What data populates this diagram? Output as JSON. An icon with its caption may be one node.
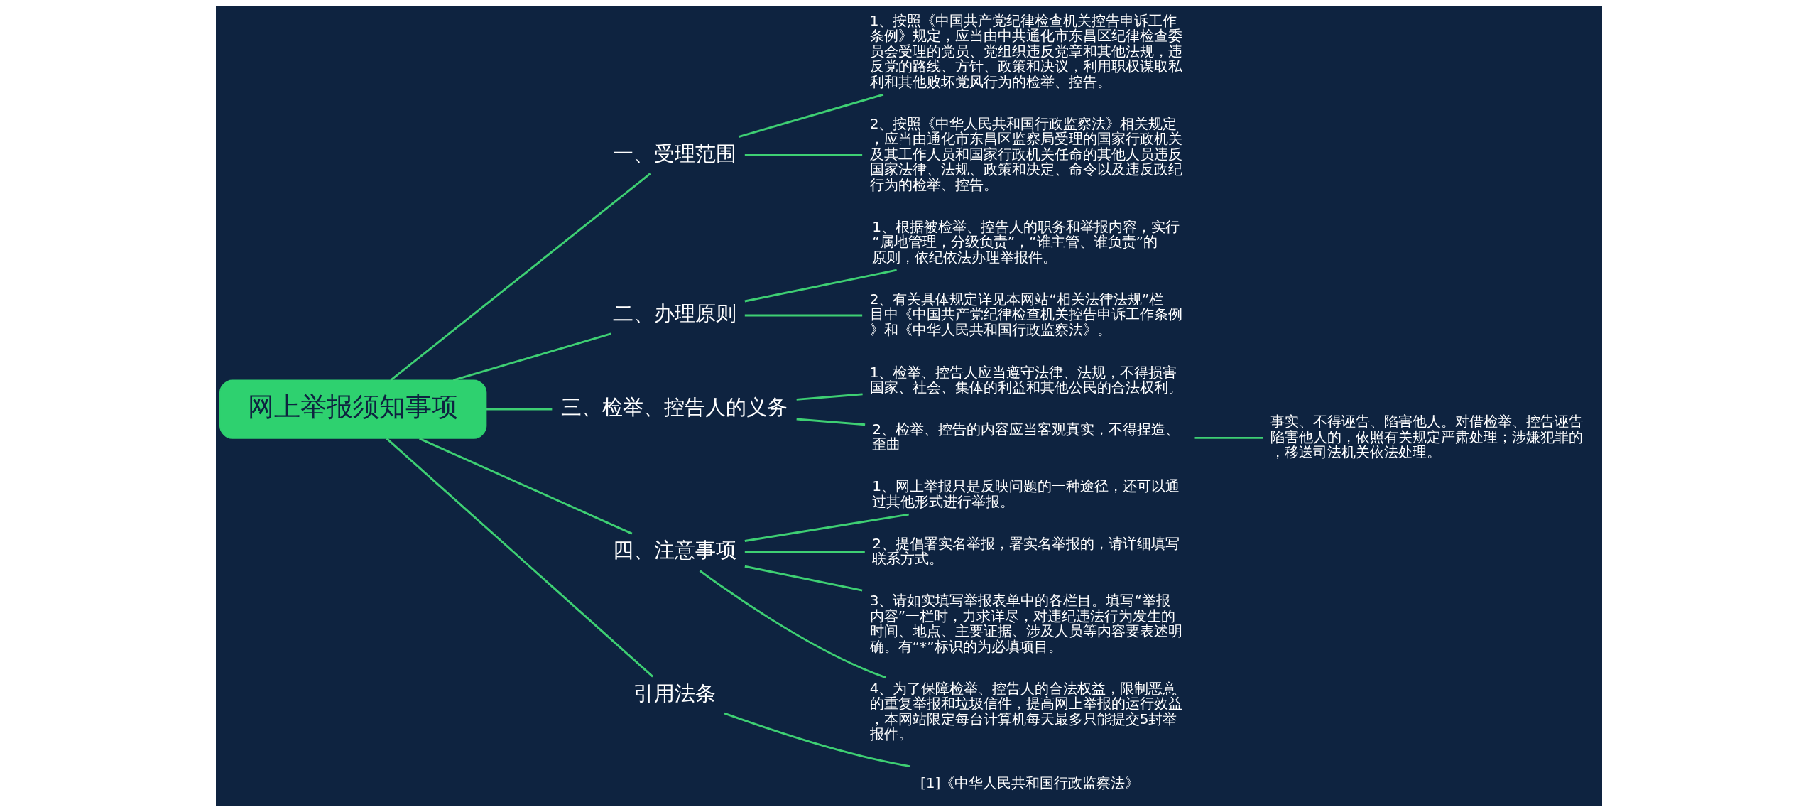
{
  "diagram": {
    "nodes": [
      {
        "text": [
          "网上举报须知事项"
        ]
      },
      {
        "text": [
          "一、受理范围"
        ]
      },
      {
        "text": [
          "1、按照《中国共产党纪律检查机关控告申诉工作条例》规定，应当由中共通化市东昌区纪律检查委员会受理的党员、党组织违反党章和其他法规，违反党的路线、方针、政策和决议，利用职权谋取私利和其他败坏党风行为的检举、控告。"
        ]
      },
      {
        "text": [
          "2、按照《中华人民共和国行政监察法》相关规定，应当由通化市东昌区监察局受理的国家行政机关及其工作人员和国家行政机关任命的其他人员违反国家法律、法规、政策和决定、命令以及违反政纪行为的检举、控告。"
        ]
      },
      {
        "text": [
          "二、办理原则"
        ]
      },
      {
        "text": [
          "1、根据被检举、控告人的职务和举报内容，实行“属地管理，分级负责”，“谁主管、谁负责”的原则，依纪依法办理举报件。"
        ]
      },
      {
        "text": [
          "2、有关具体规定详见本网站“相关法律法规”栏目中《中国共产党纪律检查机关控告申诉工作条例》和《中华人民共和国行政监察法》。"
        ]
      },
      {
        "text": [
          "三、检举、控告人的义务"
        ]
      },
      {
        "text": [
          "1、检举、控告人应当遵守法律、法规，不得损害国家、社会、集体的利益和其他公民的合法权利。"
        ]
      },
      {
        "text": [
          "2、检举、控告的内容应当客观真实，不得捏造、歪曲"
        ]
      },
      {
        "text": [
          "事实、不得诬告、陷害他人。对借检举、控告诬告陷害他人的，依照有关规定严肃处理；涉嫌犯罪的，移送司法机关依法处理。"
        ]
      },
      {
        "text": [
          "四、注意事项"
        ]
      },
      {
        "text": [
          "1、网上举报只是反映问题的一种途径，还可以通过其他形式进行举报。"
        ]
      },
      {
        "text": [
          "2、提倡署实名举报，署实名举报的，请详细填写联系方式。"
        ]
      },
      {
        "text": [
          "3、请如实填写举报表单中的各栏目。填写“举报内容”一栏时，力求详尽，对违纪违法行为发生的时间、地点、主要证据、涉及人员等内容要表述明确。有“*”标识的为必填项目。"
        ]
      },
      {
        "text": [
          "4、为了保障检举、控告人的合法权益，限制恶意的重复举报和垃圾信件，提高网上举报的运行效益，本网站限定每台计算机每天最多只能提交5封举报件。"
        ]
      },
      {
        "text": [
          "引用法条"
        ]
      },
      {
        "text": [
          "[1]《中华人民共和国行政监察法》"
        ]
      }
    ],
    "edges": [
      {
        "from": 0,
        "to": 1,
        "arrow": "none"
      },
      {
        "from": 1,
        "to": 2,
        "arrow": "none"
      },
      {
        "from": 1,
        "to": 3,
        "arrow": "none"
      },
      {
        "from": 0,
        "to": 4,
        "arrow": "none"
      },
      {
        "from": 4,
        "to": 5,
        "arrow": "none"
      },
      {
        "from": 4,
        "to": 6,
        "arrow": "none"
      },
      {
        "from": 0,
        "to": 7,
        "arrow": "none"
      },
      {
        "from": 7,
        "to": 8,
        "arrow": "none"
      },
      {
        "from": 7,
        "to": 9,
        "arrow": "none"
      },
      {
        "from": 9,
        "to": 10,
        "arrow": "none"
      },
      {
        "from": 0,
        "to": 11,
        "arrow": "none"
      },
      {
        "from": 11,
        "to": 12,
        "arrow": "none"
      },
      {
        "from": 11,
        "to": 13,
        "arrow": "none"
      },
      {
        "from": 11,
        "to": 14,
        "arrow": "none"
      },
      {
        "from": 11,
        "to": 15,
        "arrow": "none"
      },
      {
        "from": 0,
        "to": 16,
        "arrow": "none"
      },
      {
        "from": 16,
        "to": 17,
        "arrow": "none"
      }
    ]
  }
}
